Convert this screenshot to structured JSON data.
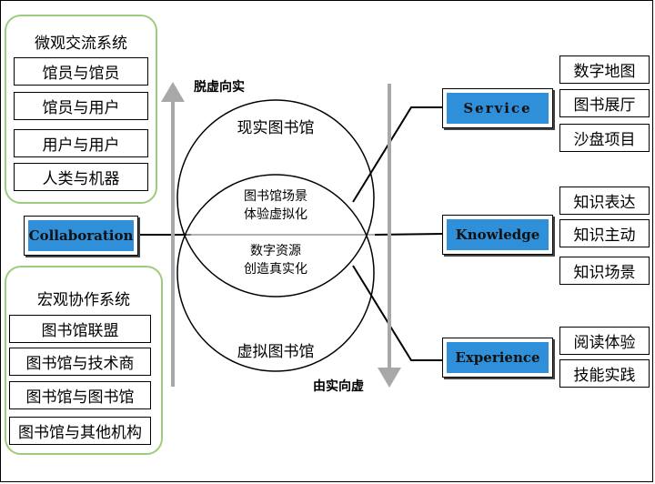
{
  "micro_group": {
    "title": "微观交流系统",
    "items": [
      "馆员与馆员",
      "馆员与用户",
      "用户与用户",
      "人类与机器"
    ]
  },
  "macro_group": {
    "title": "宏观协作系统",
    "items": [
      "图书馆联盟",
      "图书馆与技术商",
      "图书馆与图书馆",
      "图书馆与其他机构"
    ]
  },
  "collaboration_label": "Collaboration",
  "center": {
    "top_circle_label": "现实图书馆",
    "bottom_circle_label": "虚拟图书馆",
    "overlap_upper": [
      "图书馆场景",
      "体验虚拟化"
    ],
    "overlap_lower": [
      "数字资源",
      "创造真实化"
    ]
  },
  "arrows": {
    "up_label": "脱虚向实",
    "down_label": "由实向虚"
  },
  "service": {
    "label": "Service",
    "items": [
      "数字地图",
      "图书展厅",
      "沙盘项目"
    ]
  },
  "knowledge": {
    "label": "Knowledge",
    "items": [
      "知识表达",
      "知识主动",
      "知识场景"
    ]
  },
  "experience": {
    "label": "Experience",
    "items": [
      "阅读体验",
      "技能实践"
    ]
  },
  "colors": {
    "group_border": "#9ccc7c",
    "tag_fill": "#2f8fd8",
    "arrow": "#a8a8a8"
  }
}
